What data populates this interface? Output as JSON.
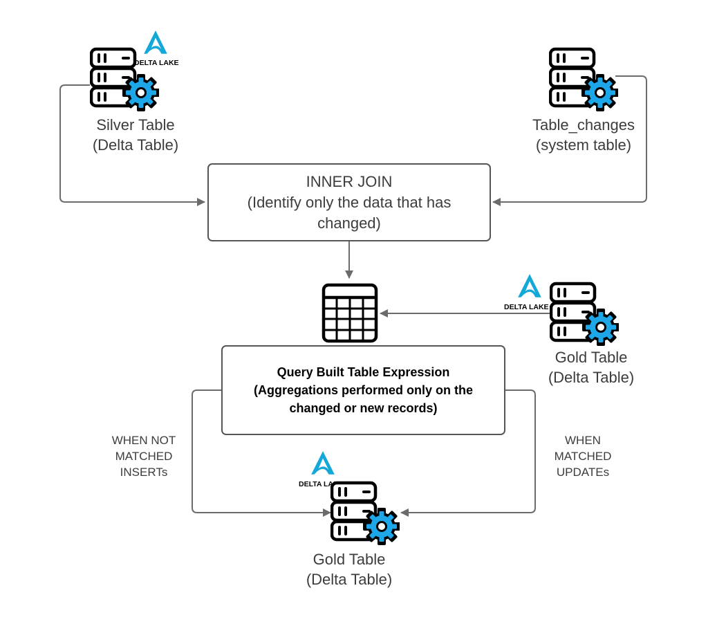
{
  "nodes": {
    "silver": {
      "line1": "Silver Table",
      "line2": "(Delta Table)",
      "logo_text": "DELTA LAKE"
    },
    "changes": {
      "line1": "Table_changes",
      "line2": "(system table)"
    },
    "gold_source": {
      "line1": "Gold Table",
      "line2": "(Delta Table)",
      "logo_text": "DELTA LAKE"
    },
    "gold_target": {
      "line1": "Gold Table",
      "line2": "(Delta Table)",
      "logo_text": "DELTA LAKE"
    }
  },
  "boxes": {
    "inner_join": {
      "line1": "INNER JOIN",
      "line2": "(Identify only the data that has",
      "line3": "changed)"
    },
    "query": {
      "line1": "Query Built Table Expression",
      "line2": "(Aggregations performed only on the",
      "line3": "changed or new records)"
    }
  },
  "edge_labels": {
    "not_matched": {
      "line1": "WHEN NOT",
      "line2": "MATCHED",
      "line3": "INSERTs"
    },
    "matched": {
      "line1": "WHEN",
      "line2": "MATCHED",
      "line3": "UPDATEs"
    }
  },
  "colors": {
    "gear": "#1ea7e8",
    "line": "#6b6b6b",
    "logo": "#13a8d8",
    "border": "#555555"
  }
}
